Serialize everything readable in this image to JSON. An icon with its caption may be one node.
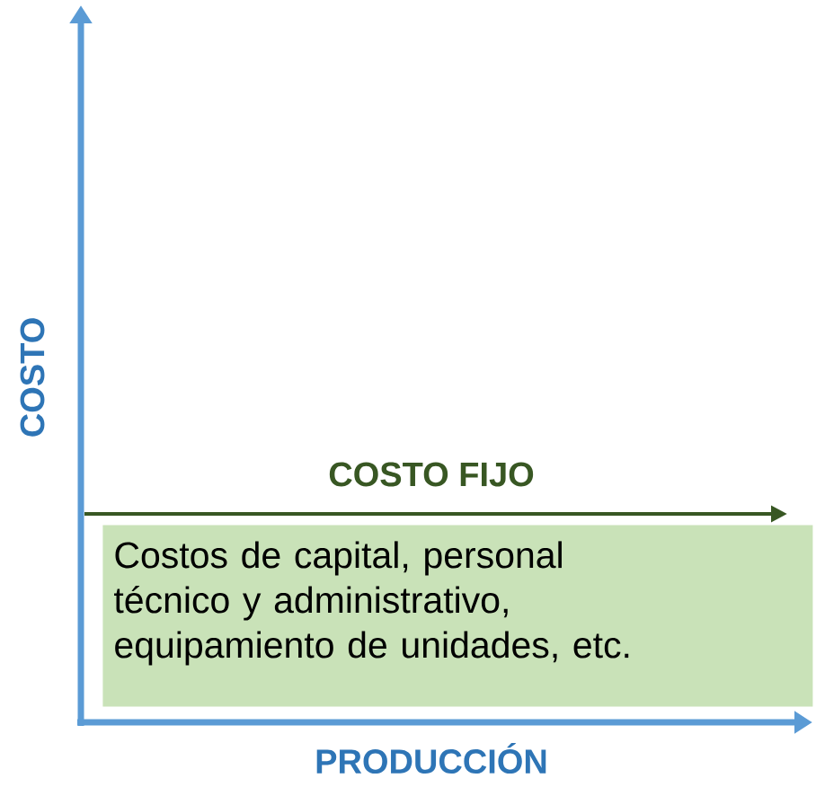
{
  "diagram": {
    "nodes": [
      {
        "text": [
          "Costos de capital, personal técnico y administrativo, equipamiento de unidades, etc."
        ]
      }
    ],
    "labels": [
      "COSTO FIJO",
      "COSTO",
      "PRODUCCIÓN"
    ]
  }
}
